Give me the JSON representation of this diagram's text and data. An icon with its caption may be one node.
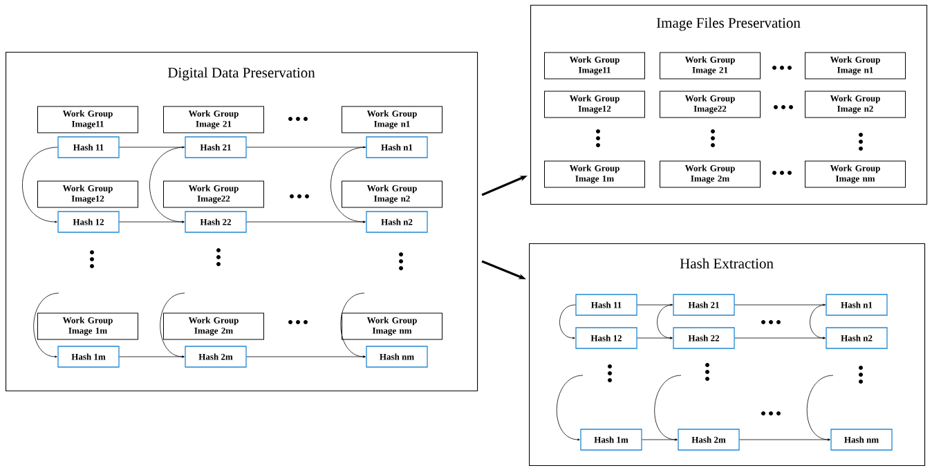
{
  "diagram": {
    "nodes": [
      {
        "text": [
          "Digital Data Preservation"
        ]
      },
      {
        "text": [
          "Work Group Image11"
        ],
        "in": 0
      },
      {
        "text": [
          "Work Group Image 21"
        ],
        "in": 0
      },
      {
        "text": [
          "Work Group Image n1"
        ],
        "in": 0
      },
      {
        "text": [
          "Hash 11"
        ],
        "in": 0
      },
      {
        "text": [
          "Hash 21"
        ],
        "in": 0
      },
      {
        "text": [
          "Hash n1"
        ],
        "in": 0
      },
      {
        "text": [
          "Work Group Image12"
        ],
        "in": 0
      },
      {
        "text": [
          "Work Group Image22"
        ],
        "in": 0
      },
      {
        "text": [
          "Work Group Image n2"
        ],
        "in": 0
      },
      {
        "text": [
          "Hash 12"
        ],
        "in": 0
      },
      {
        "text": [
          "Hash 22"
        ],
        "in": 0
      },
      {
        "text": [
          "Hash n2"
        ],
        "in": 0
      },
      {
        "text": [
          "Work Group Image 1m"
        ],
        "in": 0
      },
      {
        "text": [
          "Work Group Image 2m"
        ],
        "in": 0
      },
      {
        "text": [
          "Work Group Image nm"
        ],
        "in": 0
      },
      {
        "text": [
          "Hash 1m"
        ],
        "in": 0
      },
      {
        "text": [
          "Hash 2m"
        ],
        "in": 0
      },
      {
        "text": [
          "Hash nm"
        ],
        "in": 0
      },
      {
        "text": [
          "Image Files Preservation"
        ]
      },
      {
        "text": [
          "Work Group Image11"
        ],
        "in": 19
      },
      {
        "text": [
          "Work Group Image 21"
        ],
        "in": 19
      },
      {
        "text": [
          "Work Group Image n1"
        ],
        "in": 19
      },
      {
        "text": [
          "Work Group Image12"
        ],
        "in": 19
      },
      {
        "text": [
          "Work Group Image22"
        ],
        "in": 19
      },
      {
        "text": [
          "Work Group Image n2"
        ],
        "in": 19
      },
      {
        "text": [
          "Work Group Image 1m"
        ],
        "in": 19
      },
      {
        "text": [
          "Work Group Image 2m"
        ],
        "in": 19
      },
      {
        "text": [
          "Work Group Image nm"
        ],
        "in": 19
      },
      {
        "text": [
          "Hash Extraction"
        ]
      },
      {
        "text": [
          "Hash 11"
        ],
        "in": 29
      },
      {
        "text": [
          "Hash 21"
        ],
        "in": 29
      },
      {
        "text": [
          "Hash n1"
        ],
        "in": 29
      },
      {
        "text": [
          "Hash 12"
        ],
        "in": 29
      },
      {
        "text": [
          "Hash 22"
        ],
        "in": 29
      },
      {
        "text": [
          "Hash n2"
        ],
        "in": 29
      },
      {
        "text": [
          "Hash 1m"
        ],
        "in": 29
      },
      {
        "text": [
          "Hash 2m"
        ],
        "in": 29
      },
      {
        "text": [
          "Hash nm"
        ],
        "in": 29
      }
    ],
    "edges": [
      {
        "from": 4,
        "to": 5,
        "arrow": "to"
      },
      {
        "from": 5,
        "to": 6,
        "arrow": "to"
      },
      {
        "from": 4,
        "to": 10,
        "arrow": "to"
      },
      {
        "from": 5,
        "to": 11,
        "arrow": "to"
      },
      {
        "from": 6,
        "to": 12,
        "arrow": "to"
      },
      {
        "from": 10,
        "to": 11,
        "arrow": "to"
      },
      {
        "from": 11,
        "to": 12,
        "arrow": "to"
      },
      {
        "from": null,
        "to": 16,
        "arrow": "to"
      },
      {
        "from": null,
        "to": 17,
        "arrow": "to"
      },
      {
        "from": null,
        "to": 18,
        "arrow": "to"
      },
      {
        "from": 16,
        "to": 17,
        "arrow": "to"
      },
      {
        "from": 17,
        "to": 18,
        "arrow": "to"
      },
      {
        "from": 0,
        "to": 19,
        "arrow": "to",
        "style": "thick"
      },
      {
        "from": 0,
        "to": 29,
        "arrow": "to",
        "style": "thick"
      },
      {
        "from": 30,
        "to": 31,
        "arrow": "to"
      },
      {
        "from": 31,
        "to": 32,
        "arrow": "to"
      },
      {
        "from": 30,
        "to": 33,
        "arrow": "to"
      },
      {
        "from": 31,
        "to": 34,
        "arrow": "to"
      },
      {
        "from": 32,
        "to": 35,
        "arrow": "to"
      },
      {
        "from": 33,
        "to": 34,
        "arrow": "to"
      },
      {
        "from": 34,
        "to": 35,
        "arrow": "to"
      },
      {
        "from": null,
        "to": 36,
        "arrow": "to"
      },
      {
        "from": null,
        "to": 37,
        "arrow": "to"
      },
      {
        "from": null,
        "to": 38,
        "arrow": "to"
      },
      {
        "from": 36,
        "to": 37,
        "arrow": "to"
      },
      {
        "from": 37,
        "to": 38,
        "arrow": "to"
      }
    ]
  }
}
